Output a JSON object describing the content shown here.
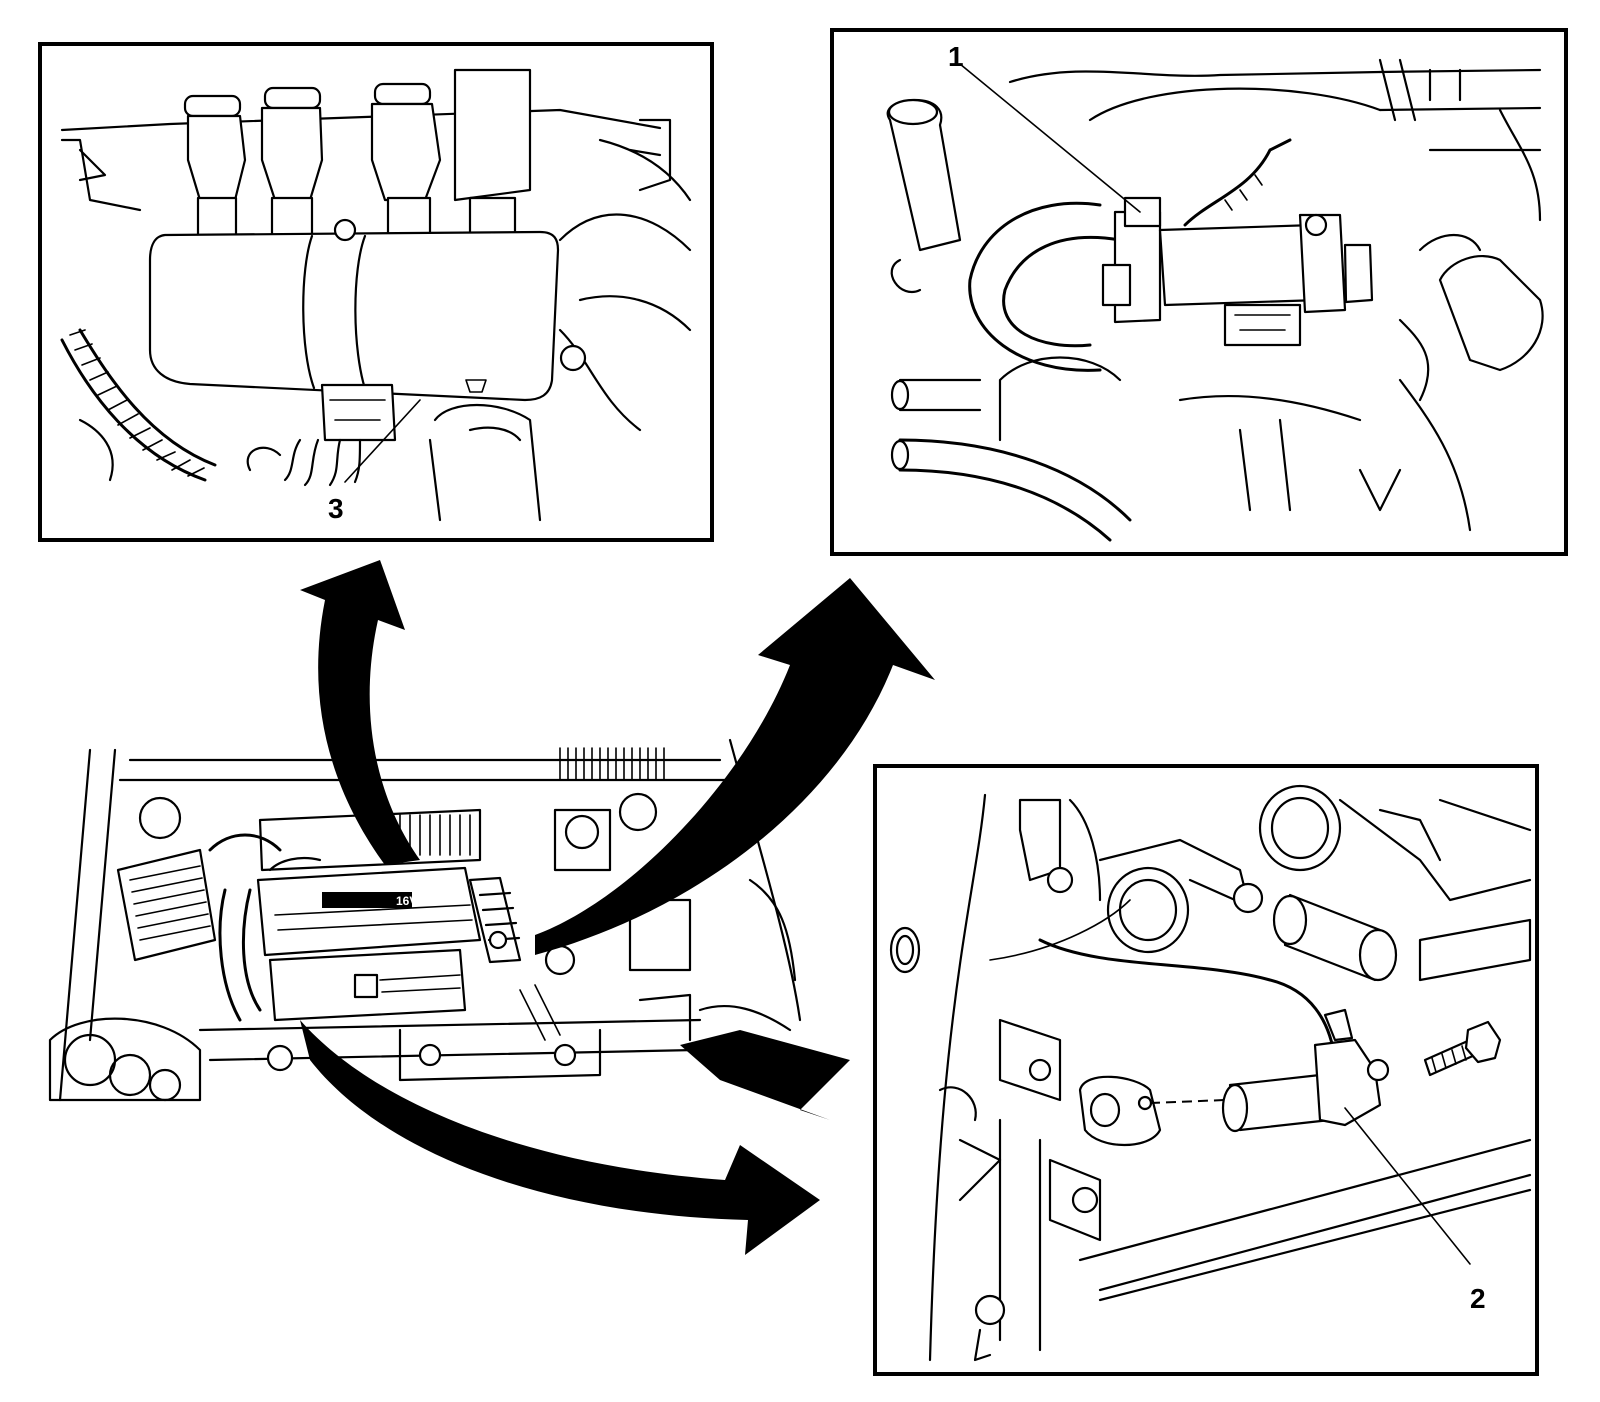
{
  "callouts": {
    "ignition_coil": "3",
    "idle_air_control_valve": "1",
    "crankshaft_position_sensor": "2"
  },
  "engine_cover_badge": "16V",
  "colors": {
    "line": "#000000",
    "background": "#ffffff",
    "arrow": "#000000"
  }
}
